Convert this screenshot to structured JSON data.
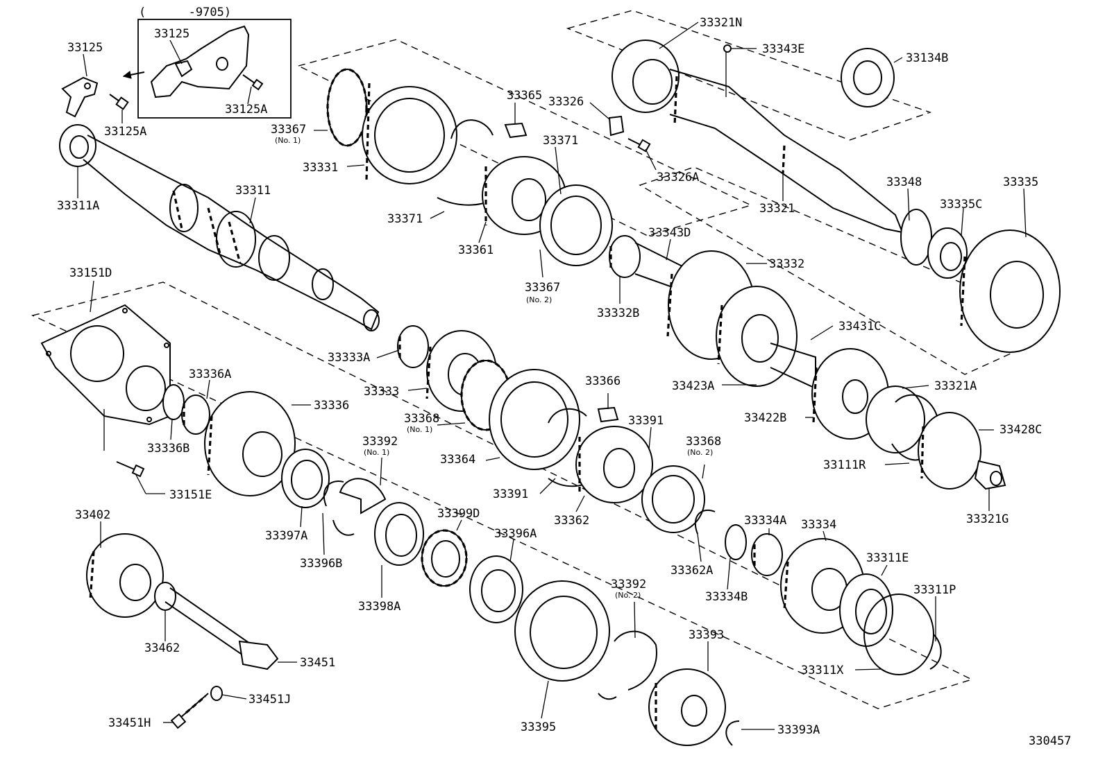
{
  "diagram_id": "330457",
  "inset_range": "(      -9705)",
  "labels": {
    "l33125": "33125",
    "l33125_inset": "33125",
    "l33125A_inset": "33125A",
    "l33125A": "33125A",
    "l33311A": "33311A",
    "l33311": "33311",
    "l33367_1": "33367",
    "l33367_1_sub": "(No. 1)",
    "l33331": "33331",
    "l33365": "33365",
    "l33371a": "33371",
    "l33371b": "33371",
    "l33361": "33361",
    "l33367_2": "33367",
    "l33367_2_sub": "(No. 2)",
    "l33326": "33326",
    "l33326A": "33326A",
    "l33321N": "33321N",
    "l33343E": "33343E",
    "l33134B": "33134B",
    "l33321": "33321",
    "l33348": "33348",
    "l33335C": "33335C",
    "l33335": "33335",
    "l33343D": "33343D",
    "l33332": "33332",
    "l33332B": "33332B",
    "l33431C": "33431C",
    "l33423A": "33423A",
    "l33321A": "33321A",
    "l33422B": "33422B",
    "l33428C": "33428C",
    "l33111R": "33111R",
    "l33321G": "33321G",
    "l33151D": "33151D",
    "l33336A": "33336A",
    "l33336": "33336",
    "l33336B": "33336B",
    "l33151E": "33151E",
    "l33333A": "33333A",
    "l33333": "33333",
    "l33368_1": "33368",
    "l33368_1_sub": "(No. 1)",
    "l33364": "33364",
    "l33366": "33366",
    "l33391a": "33391",
    "l33391b": "33391",
    "l33368_2": "33368",
    "l33368_2_sub": "(No. 2)",
    "l33362": "33362",
    "l33362A": "33362A",
    "l33392_1": "33392",
    "l33392_1_sub": "(No. 1)",
    "l33397A": "33397A",
    "l33396B": "33396B",
    "l33398A": "33398A",
    "l33399D": "33399D",
    "l33396A": "33396A",
    "l33402": "33402",
    "l33462": "33462",
    "l33451": "33451",
    "l33451J": "33451J",
    "l33451H": "33451H",
    "l33395": "33395",
    "l33392_2": "33392",
    "l33392_2_sub": "(No. 2)",
    "l33393": "33393",
    "l33393A": "33393A",
    "l33334A": "33334A",
    "l33334": "33334",
    "l33334B": "33334B",
    "l33311E": "33311E",
    "l33311P": "33311P",
    "l33311X": "33311X"
  }
}
